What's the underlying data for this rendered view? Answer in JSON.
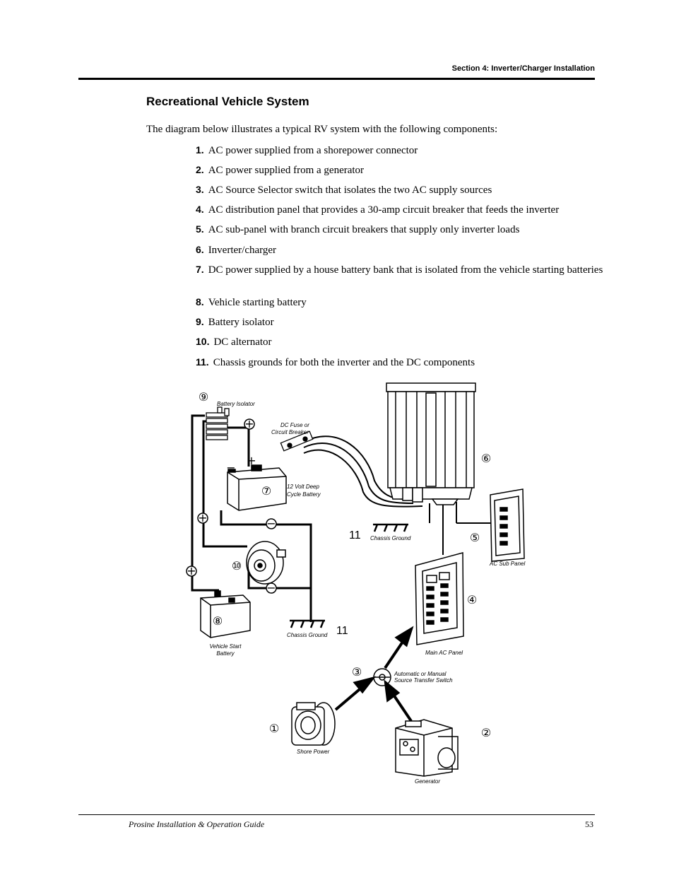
{
  "header": {
    "section": "Section 4: Inverter/Charger Installation"
  },
  "page": {
    "title": "Recreational Vehicle System",
    "intro": "The diagram below illustrates a typical RV system with the following components:",
    "items": [
      {
        "num": "1.",
        "text": "AC power supplied from a shorepower connector"
      },
      {
        "num": "2.",
        "text": "AC power supplied from a generator"
      },
      {
        "num": "3.",
        "text": "AC Source Selector switch that isolates the two AC supply sources"
      },
      {
        "num": "4.",
        "text": "AC distribution panel that provides a 30-amp circuit breaker that feeds the inverter"
      },
      {
        "num": "5.",
        "text": "AC sub-panel with branch circuit breakers that supply only inverter loads"
      },
      {
        "num": "6.",
        "text": "Inverter/charger"
      },
      {
        "num": "7.",
        "text": "DC power supplied by a house battery bank that is isolated from the vehicle starting batteries"
      },
      {
        "num": "8.",
        "text": "Vehicle starting battery"
      },
      {
        "num": "9.",
        "text": "Battery isolator"
      },
      {
        "num": "10.",
        "text": "DC alternator"
      },
      {
        "num": "11.",
        "text": "Chassis grounds for both the inverter and the DC components"
      }
    ]
  },
  "diagram": {
    "labels": {
      "battery_isolator": "Battery Isolator",
      "dc_fuse_1": "DC Fuse or",
      "dc_fuse_2": "Circuit Breaker",
      "house_battery_1": "12 Volt Deep",
      "house_battery_2": "Cycle Battery",
      "chassis_ground_top": "Chassis Ground",
      "chassis_ground_bottom": "Chassis Ground",
      "ac_sub_panel": "AC Sub Panel",
      "main_ac_panel": "Main AC Panel",
      "transfer_switch_1": "Automatic or Manual",
      "transfer_switch_2": "Source Transfer Switch",
      "shore_power": "Shore Power",
      "generator": "Generator",
      "vehicle_battery_1": "Vehicle Start",
      "vehicle_battery_2": "Battery",
      "ground_num_top": "11",
      "ground_num_bottom": "11"
    },
    "callouts": {
      "c1": "①",
      "c2": "②",
      "c3": "③",
      "c4": "④",
      "c5": "⑤",
      "c6": "⑥",
      "c7": "⑦",
      "c8": "⑧",
      "c9": "⑨",
      "c10": "⑩"
    },
    "symbols": {
      "plus": "+",
      "minus": "−"
    }
  },
  "footer": {
    "guide_title": "Prosine Installation & Operation Guide",
    "page_number": "53"
  }
}
